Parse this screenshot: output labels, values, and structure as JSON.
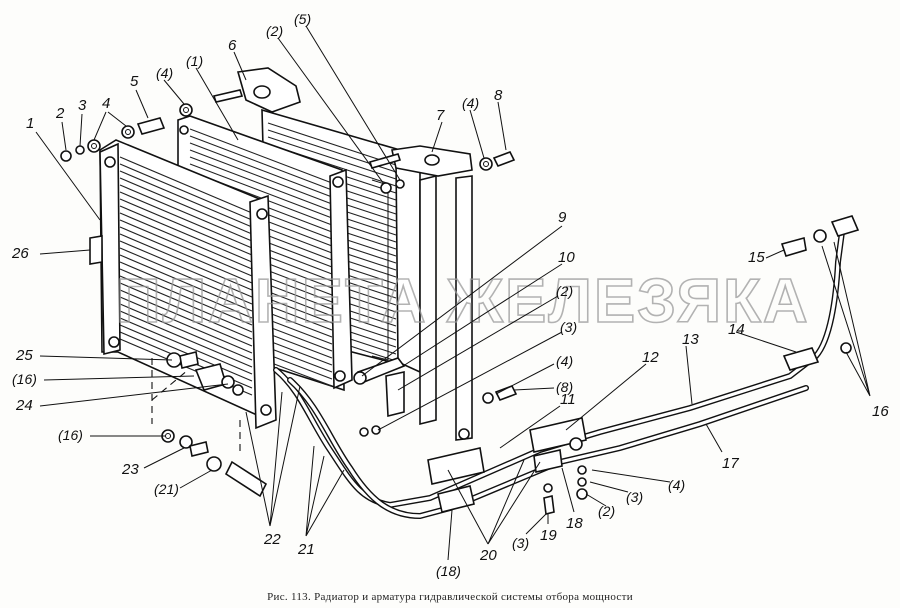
{
  "caption": "Рис. 113. Радиатор и арматура гидравлической системы отбора мощности",
  "watermark": "ПЛАНЕТА ЖЕЛЕЗЯКА",
  "callouts": {
    "c1": "1",
    "c2": "2",
    "c3": "3",
    "c4": "4",
    "c5": "5",
    "c4p_top": "(4)",
    "c1p": "(1)",
    "c6": "6",
    "c2p_top": "(2)",
    "c5p": "(5)",
    "c7": "7",
    "c4p_r": "(4)",
    "c8": "8",
    "c9": "9",
    "c10": "10",
    "c2p_mid": "(2)",
    "c3p_mid": "(3)",
    "c4p_mid": "(4)",
    "c8p": "(8)",
    "c12": "12",
    "c11": "11",
    "c13": "13",
    "c14": "14",
    "c15": "15",
    "c16": "16",
    "c17": "17",
    "c26": "26",
    "c25": "25",
    "c16p_a": "(16)",
    "c24": "24",
    "c16p_b": "(16)",
    "c23": "23",
    "c21p": "(21)",
    "c22": "22",
    "c21": "21",
    "c18p": "(18)",
    "c20": "20",
    "c3p_low": "(3)",
    "c19": "19",
    "c18": "18",
    "c2p_low": "(2)",
    "c3p_r": "(3)",
    "c4p_low": "(4)"
  }
}
